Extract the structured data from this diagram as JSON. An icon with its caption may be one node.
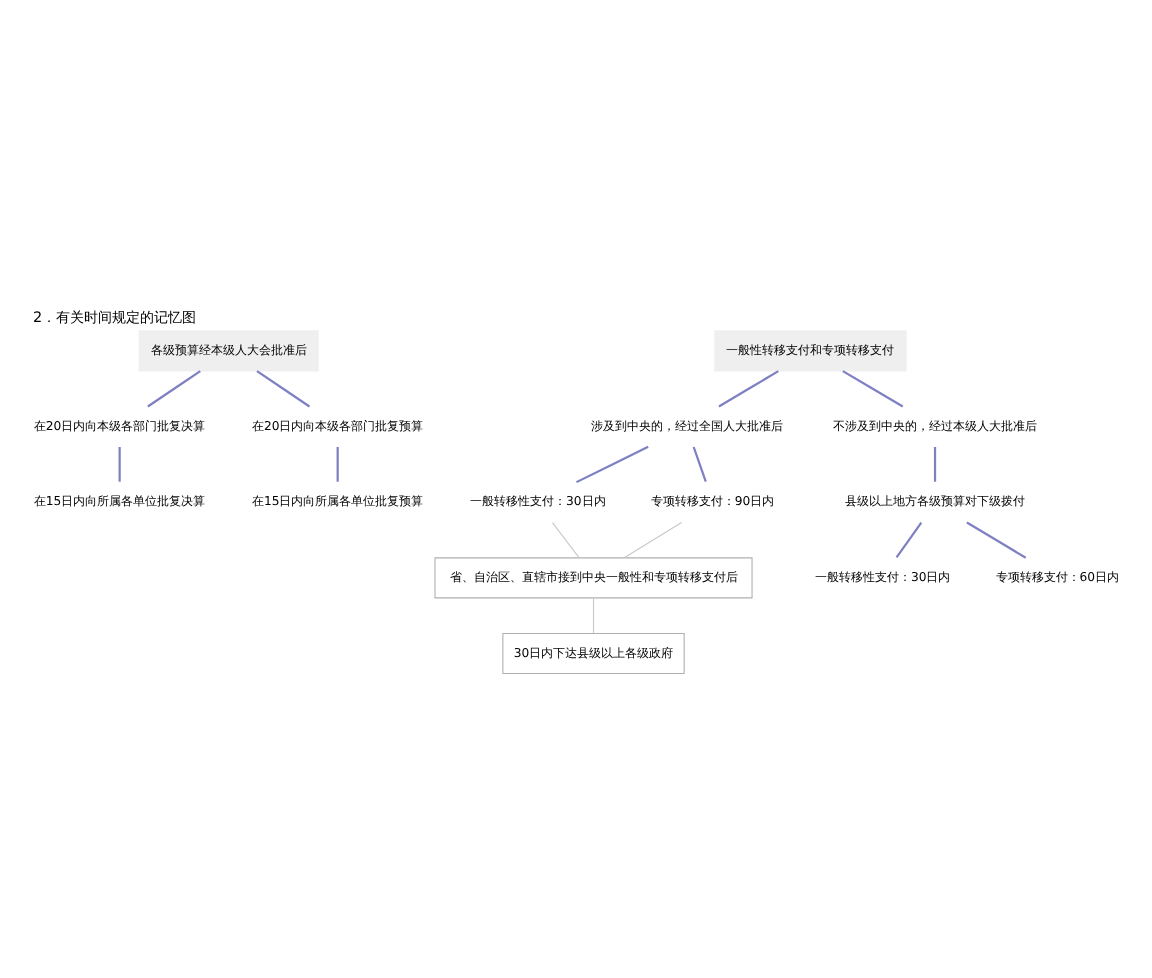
{
  "diagram": {
    "title": "2．有关时间规定的记忆图",
    "nodes": [
      {
        "text": [
          "各级预算经本级人大会批准后"
        ]
      },
      {
        "text": [
          "在20日内向本级各部门批复决算"
        ]
      },
      {
        "text": [
          "在15日内向所属各单位批复决算"
        ]
      },
      {
        "text": [
          "在20日内向本级各部门批复预算"
        ]
      },
      {
        "text": [
          "在15日内向所属各单位批复预算"
        ]
      },
      {
        "text": [
          "一般性转移支付和专项转移支付"
        ]
      },
      {
        "text": [
          "涉及到中央的，经过全国人大批准后"
        ]
      },
      {
        "text": [
          "不涉及到中央的，经过本级人大批准后"
        ]
      },
      {
        "text": [
          "一般转移性支付：30日内"
        ]
      },
      {
        "text": [
          "专项转移支付：90日内"
        ]
      },
      {
        "text": [
          "省、自治区、直辖市接到中央一般性和专项转移支付后"
        ]
      },
      {
        "text": [
          "30日内下达县级以上各级政府"
        ]
      },
      {
        "text": [
          "县级以上地方各级预算对下级拨付"
        ]
      },
      {
        "text": [
          "一般转移性支付：30日内"
        ]
      },
      {
        "text": [
          "专项转移支付：60日内"
        ]
      }
    ],
    "edges": [
      {
        "from": 0,
        "to": 1,
        "arrow": "none"
      },
      {
        "from": 0,
        "to": 3,
        "arrow": "none"
      },
      {
        "from": 1,
        "to": 2,
        "arrow": "none"
      },
      {
        "from": 3,
        "to": 4,
        "arrow": "none"
      },
      {
        "from": 5,
        "to": 6,
        "arrow": "none"
      },
      {
        "from": 5,
        "to": 7,
        "arrow": "none"
      },
      {
        "from": 6,
        "to": 8,
        "arrow": "none"
      },
      {
        "from": 6,
        "to": 9,
        "arrow": "none"
      },
      {
        "from": 8,
        "to": 10,
        "arrow": "none",
        "color": "#c8c8c8"
      },
      {
        "from": 9,
        "to": 10,
        "arrow": "none",
        "color": "#c8c8c8"
      },
      {
        "from": 10,
        "to": 11,
        "arrow": "none",
        "color": "#c8c8c8"
      },
      {
        "from": 7,
        "to": 12,
        "arrow": "none"
      },
      {
        "from": 12,
        "to": 13,
        "arrow": "none"
      },
      {
        "from": 12,
        "to": 14,
        "arrow": "none"
      }
    ]
  }
}
